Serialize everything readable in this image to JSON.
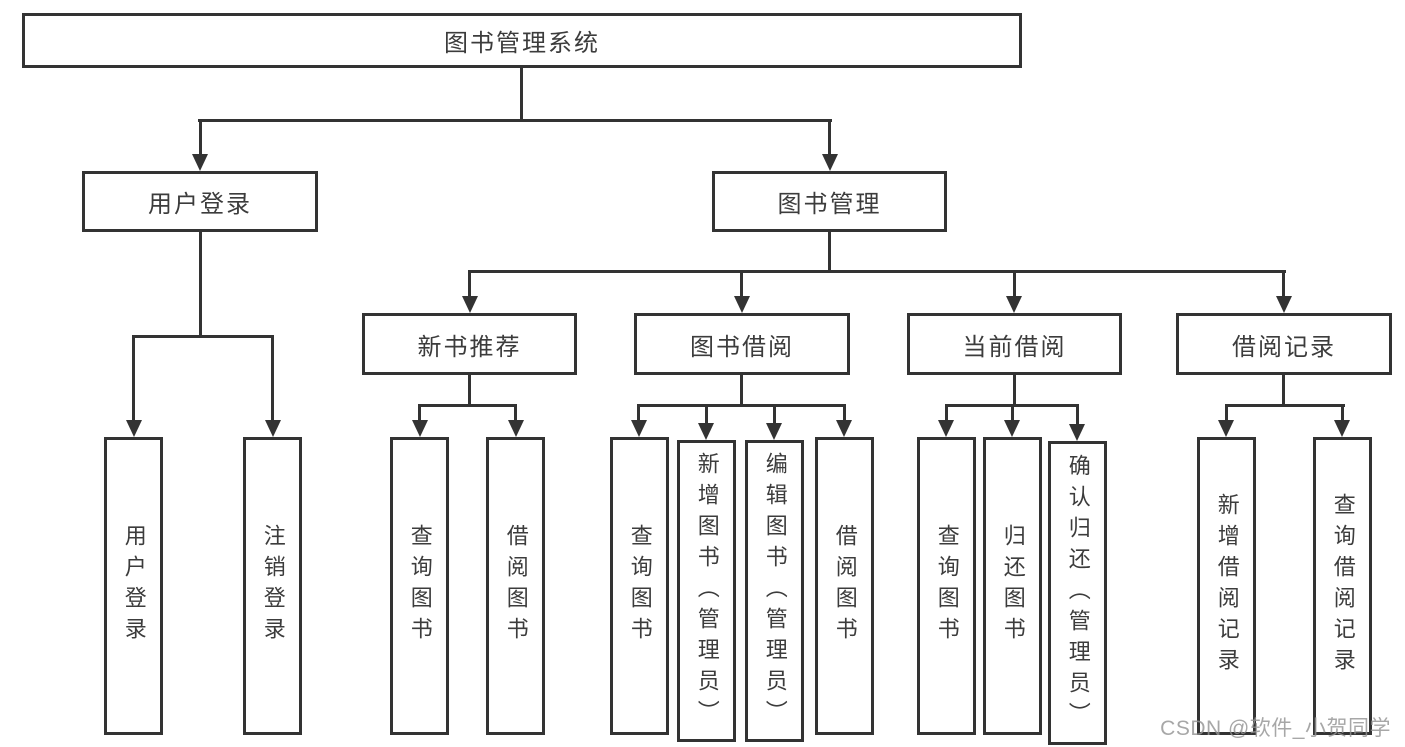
{
  "diagram": {
    "root": {
      "label": "图书管理系统"
    },
    "level2": [
      {
        "label": "用户登录",
        "parent": "图书管理系统"
      },
      {
        "label": "图书管理",
        "parent": "图书管理系统"
      }
    ],
    "level3": [
      {
        "label": "新书推荐",
        "parent": "图书管理"
      },
      {
        "label": "图书借阅",
        "parent": "图书管理"
      },
      {
        "label": "当前借阅",
        "parent": "图书管理"
      },
      {
        "label": "借阅记录",
        "parent": "图书管理"
      }
    ],
    "leaves": [
      {
        "label": "用户登录",
        "parent": "用户登录"
      },
      {
        "label": "注销登录",
        "parent": "用户登录"
      },
      {
        "label": "查询图书",
        "parent": "新书推荐"
      },
      {
        "label": "借阅图书",
        "parent": "新书推荐"
      },
      {
        "label": "查询图书",
        "parent": "图书借阅"
      },
      {
        "label": "新增图书（管理员）",
        "parent": "图书借阅"
      },
      {
        "label": "编辑图书（管理员）",
        "parent": "图书借阅"
      },
      {
        "label": "借阅图书",
        "parent": "图书借阅"
      },
      {
        "label": "查询图书",
        "parent": "当前借阅"
      },
      {
        "label": "归还图书",
        "parent": "当前借阅"
      },
      {
        "label": "确认归还（管理员）",
        "parent": "当前借阅"
      },
      {
        "label": "新增借阅记录",
        "parent": "借阅记录"
      },
      {
        "label": "查询借阅记录",
        "parent": "借阅记录"
      }
    ],
    "watermark": "CSDN @软件_小贺同学",
    "colors": {
      "line": "#333333",
      "text": "#3c3c3c",
      "background": "#ffffff",
      "watermark": "#949494"
    }
  }
}
